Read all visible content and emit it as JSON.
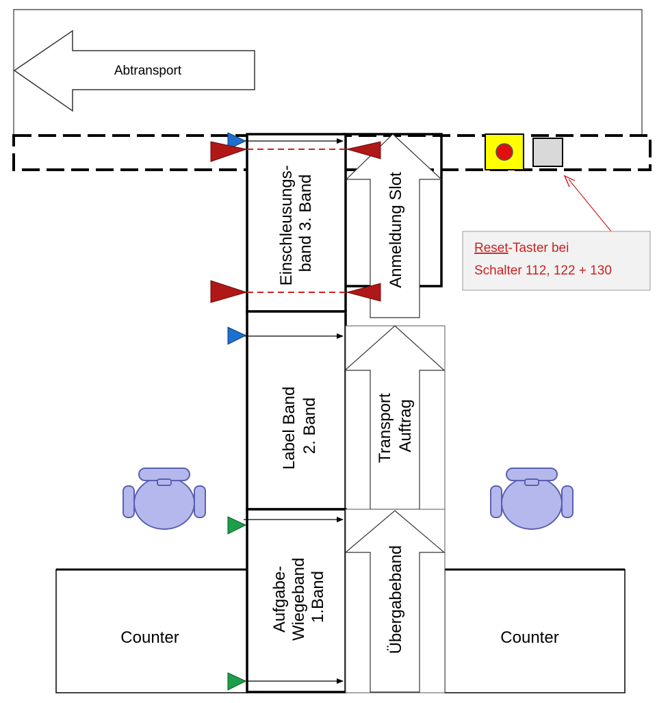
{
  "labels": {
    "abtransport": "Abtransport",
    "einschleusung_line1": "Einschleusungs-",
    "einschleusung_line2": "band  3. Band",
    "anmeldung_slot": "Anmeldung Slot",
    "label_band_line1": "Label Band",
    "label_band_line2": "2. Band",
    "transport_line1": "Transport",
    "transport_line2": "Auftrag",
    "aufgabe_line1": "Aufgabe-",
    "aufgabe_line2": "Wiegeband",
    "aufgabe_line3": "1.Band",
    "uebergabeband": "Übergabeband",
    "counter_left": "Counter",
    "counter_right": "Counter",
    "callout_line1_underlined": "Reset",
    "callout_line1_rest": "-Taster bei",
    "callout_line2": "Schalter 112, 122 + 130"
  },
  "icons": {
    "chair_left": "office-chair-icon",
    "chair_right": "office-chair-icon",
    "reset_button": "red-reset-button-icon",
    "switch": "grey-switch-icon"
  },
  "colors": {
    "chair_fill": "#b4b8ec",
    "chair_stroke": "#5a5fb0",
    "sensor_blue": "#1f6fd0",
    "sensor_red": "#b01818",
    "sensor_green": "#1e9e4a",
    "button_yellow": "#ffff00",
    "button_red": "#e01010",
    "switch_grey": "#d9d9d9",
    "callout_bg": "#f2f2f2",
    "callout_text": "#cc1f1f",
    "dashed_red": "#cc1f1f"
  }
}
